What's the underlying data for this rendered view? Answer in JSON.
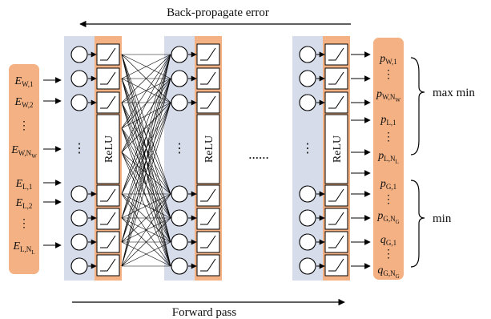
{
  "colors": {
    "input_fill": "#f4b183",
    "output_fill": "#f4b183",
    "layer_fill": "#d6dcea",
    "relu_fill": "#f4b183",
    "line": "#000000"
  },
  "labels": {
    "backprop": "Back-propagate error",
    "forward": "Forward pass",
    "relu": "ReLU",
    "ellipsis": "......",
    "bracket_top": "max min",
    "bracket_bottom": "min"
  },
  "inputs": [
    {
      "main": "E",
      "sub": "W,1"
    },
    {
      "main": "E",
      "sub": "W,2"
    },
    {
      "main": "⋮",
      "sub": ""
    },
    {
      "main": "E",
      "sub": "W,N",
      "subsub": "W"
    },
    {
      "main": "E",
      "sub": "L,1"
    },
    {
      "main": "E",
      "sub": "L,2"
    },
    {
      "main": "⋮",
      "sub": ""
    },
    {
      "main": "E",
      "sub": "L,N",
      "subsub": "L"
    }
  ],
  "outputs": [
    {
      "main": "p",
      "sub": "W,1"
    },
    {
      "main": "⋮",
      "sub": ""
    },
    {
      "main": "p",
      "sub": "W,N",
      "subsub": "W"
    },
    {
      "main": "p",
      "sub": "L,1"
    },
    {
      "main": "⋮",
      "sub": ""
    },
    {
      "main": "p",
      "sub": "L,N",
      "subsub": "L"
    },
    {
      "main": "p",
      "sub": "G,1"
    },
    {
      "main": "⋮",
      "sub": ""
    },
    {
      "main": "p",
      "sub": "G,N",
      "subsub": "G"
    },
    {
      "main": "q",
      "sub": "G,1"
    },
    {
      "main": "⋮",
      "sub": ""
    },
    {
      "main": "q",
      "sub": "G,N",
      "subsub": "G"
    }
  ]
}
